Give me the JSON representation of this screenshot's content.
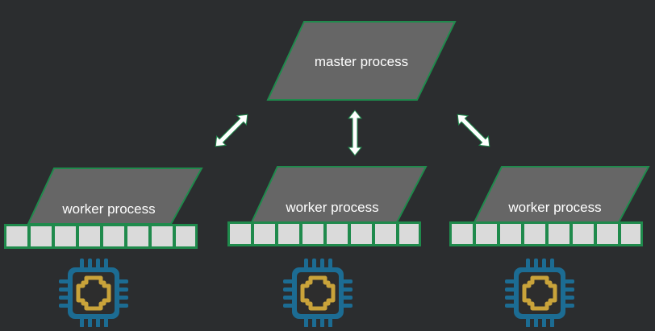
{
  "diagram": {
    "master": {
      "label": "master process"
    },
    "workers": [
      {
        "label": "worker process"
      },
      {
        "label": "worker process"
      },
      {
        "label": "worker process"
      }
    ],
    "colors": {
      "background": "#2b2d2f",
      "process_fill": "#666666",
      "process_stroke": "#1f8a4c",
      "process_text": "#ffffff",
      "arrow": "#ffffff",
      "arrow_stroke": "#1f8a4c",
      "queue_cell": "#dadada",
      "queue_border": "#1f8a4c",
      "chip_blue": "#1c6c93",
      "chip_gold": "#c9a33a",
      "chip_core": "#2d2d2d"
    },
    "icons": {
      "connection": "double-arrow-icon",
      "cpu": "cpu-chip-icon"
    }
  }
}
